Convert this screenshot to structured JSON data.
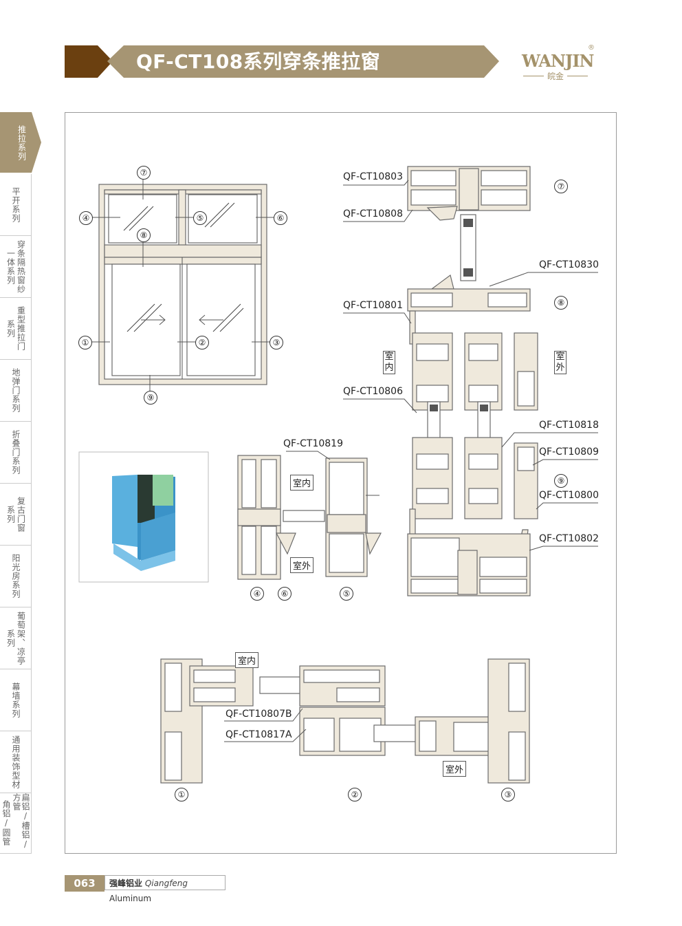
{
  "header": {
    "title": "QF-CT108系列穿条推拉窗",
    "brand": "WANJIN",
    "brand_mark": "®",
    "brand_sub": "皖金"
  },
  "tabs": [
    {
      "cols": [
        "推拉系列"
      ]
    },
    {
      "cols": [
        "平开系列"
      ]
    },
    {
      "cols": [
        "穿条隔热窗纱",
        "一体系列"
      ]
    },
    {
      "cols": [
        "重型推拉门",
        "系列"
      ]
    },
    {
      "cols": [
        "地弹门系列"
      ]
    },
    {
      "cols": [
        "折叠门系列"
      ]
    },
    {
      "cols": [
        "复古门窗",
        "系列"
      ]
    },
    {
      "cols": [
        "阳光房系列"
      ]
    },
    {
      "cols": [
        "葡萄架、凉亭",
        "系列"
      ]
    },
    {
      "cols": [
        "幕墙系列"
      ]
    },
    {
      "cols": [
        "通用装饰型材"
      ]
    },
    {
      "cols": [
        "扁铝/槽铝/方管",
        "角铝/圆管"
      ]
    }
  ],
  "labels": {
    "qf10803": "QF-CT10803",
    "qf10808": "QF-CT10808",
    "qf10830": "QF-CT10830",
    "qf10801": "QF-CT10801",
    "qf10806": "QF-CT10806",
    "qf10818": "QF-CT10818",
    "qf10809": "QF-CT10809",
    "qf10800": "QF-CT10800",
    "qf10802": "QF-CT10802",
    "qf10819": "QF-CT10819",
    "qf10807b": "QF-CT10807B",
    "qf10817a": "QF-CT10817A"
  },
  "rooms": {
    "indoor": "室内",
    "outdoor": "室外",
    "indoor_c1": "室",
    "indoor_c2": "内",
    "outdoor_c1": "室",
    "outdoor_c2": "外"
  },
  "markers": [
    "①",
    "②",
    "③",
    "④",
    "⑤",
    "⑥",
    "⑦",
    "⑧",
    "⑨"
  ],
  "footer": {
    "page": "063",
    "company": "强峰铝业",
    "company_en_a": "Qiangfeng",
    "company_en_b": "Aluminum"
  },
  "colors": {
    "accent": "#a69573",
    "dark": "#6b4010",
    "profile_fill": "#efe9dc",
    "profile_stroke": "#6a6a6a"
  }
}
